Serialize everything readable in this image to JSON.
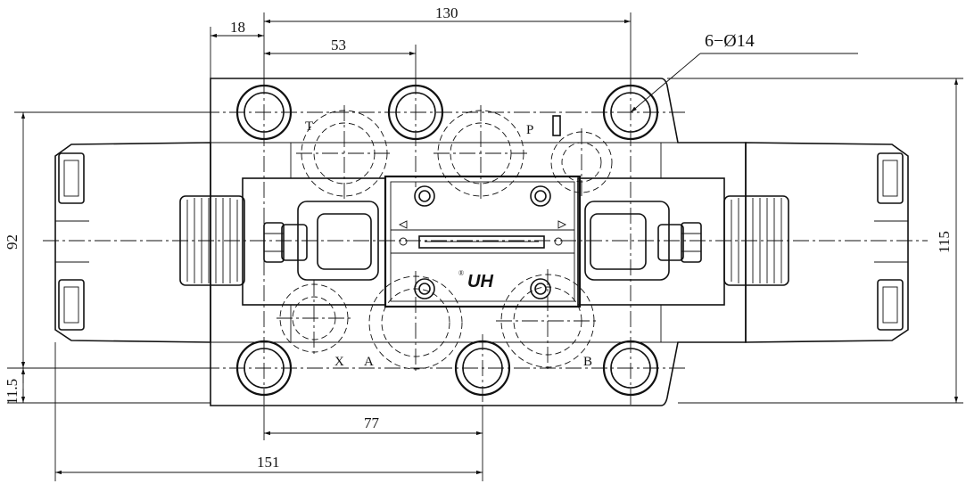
{
  "drawing": {
    "dimensions": {
      "top_left_offset": "18",
      "overall_bolt_spacing": "130",
      "port_offset": "53",
      "hole_callout": "6−Ø14",
      "left_height": "92",
      "right_height": "115",
      "bottom_offset": "11.5",
      "bottom_inner": "77",
      "bottom_overall": "151"
    },
    "ports": {
      "t": "T",
      "p": "P",
      "x": "X",
      "a": "A",
      "b": "B"
    },
    "brand": {
      "logo_text": "UH",
      "registered_mark": "®"
    }
  }
}
